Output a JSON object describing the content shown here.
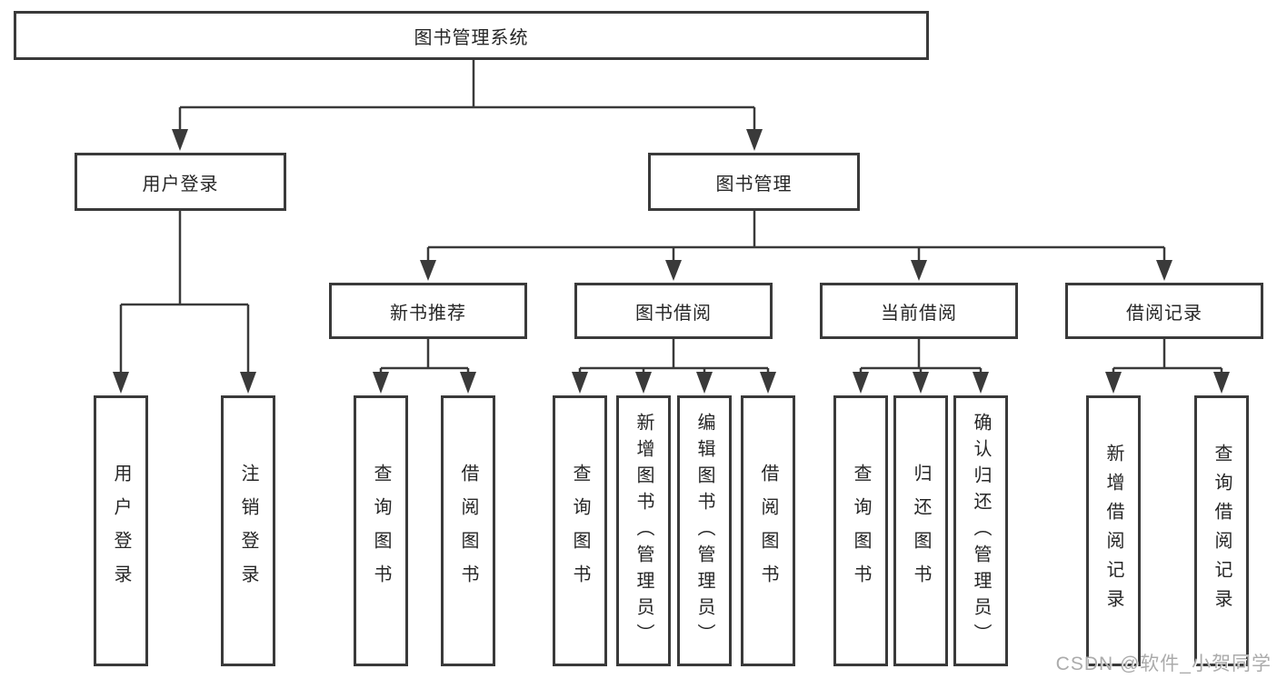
{
  "tree": {
    "root": {
      "label": "图书管理系统"
    },
    "branches": [
      {
        "label": "用户登录",
        "children": [
          {
            "label": "用户登录"
          },
          {
            "label": "注销登录"
          }
        ]
      },
      {
        "label": "图书管理",
        "children": [
          {
            "label": "新书推荐",
            "children": [
              {
                "label": "查询图书"
              },
              {
                "label": "借阅图书"
              }
            ]
          },
          {
            "label": "图书借阅",
            "children": [
              {
                "label": "查询图书"
              },
              {
                "label": "新增图书（管理员）"
              },
              {
                "label": "编辑图书（管理员）"
              },
              {
                "label": "借阅图书"
              }
            ]
          },
          {
            "label": "当前借阅",
            "children": [
              {
                "label": "查询图书"
              },
              {
                "label": "归还图书"
              },
              {
                "label": "确认归还（管理员）"
              }
            ]
          },
          {
            "label": "借阅记录",
            "children": [
              {
                "label": "新增借阅记录"
              },
              {
                "label": "查询借阅记录"
              }
            ]
          }
        ]
      }
    ]
  },
  "watermark": "CSDN @软件_小贺同学",
  "colors": {
    "line": "#3a3a3a",
    "box_border": "#3a3a3a",
    "text": "#262626",
    "background": "#ffffff",
    "watermark": "#ababab"
  }
}
